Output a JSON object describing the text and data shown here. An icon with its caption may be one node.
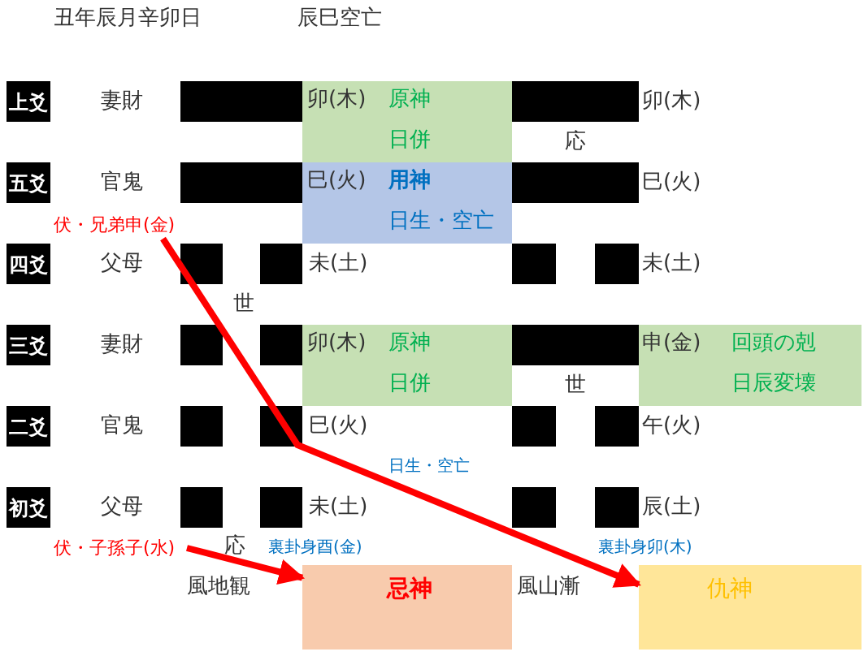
{
  "diagram": {
    "nodes": [
      {
        "text": [
          "卯(木)",
          "原神",
          "日併"
        ]
      },
      {
        "text": [
          "巳(火)",
          "用神",
          "日生・空亡"
        ]
      },
      {
        "text": [
          "伏・兄弟申(金)"
        ]
      },
      {
        "text": [
          "卯(木)",
          "原神",
          "日併"
        ]
      },
      {
        "text": [
          "申(金)",
          "回頭の剋",
          "日辰変壊"
        ]
      },
      {
        "text": [
          "伏・子孫子(水)"
        ]
      },
      {
        "text": [
          "忌神"
        ]
      },
      {
        "text": [
          "仇神"
        ]
      }
    ],
    "edges": [
      {
        "from": 2,
        "to": 7,
        "arrow": "to"
      },
      {
        "from": 5,
        "to": 6,
        "arrow": "to"
      }
    ],
    "labels": [
      "丑年辰月辛卯日",
      "辰巳空亡",
      "上爻",
      "妻財",
      "卯(木)",
      "応",
      "五爻",
      "官鬼",
      "巳(火)",
      "四爻",
      "父母",
      "未(土)",
      "未(土)",
      "世",
      "三爻",
      "妻財",
      "世",
      "二爻",
      "官鬼",
      "巳(火)",
      "午(火)",
      "日生・空亡",
      "初爻",
      "父母",
      "未(土)",
      "辰(土)",
      "応",
      "裏卦身酉(金)",
      "裏卦身卯(木)",
      "風地観",
      "風山漸"
    ]
  }
}
